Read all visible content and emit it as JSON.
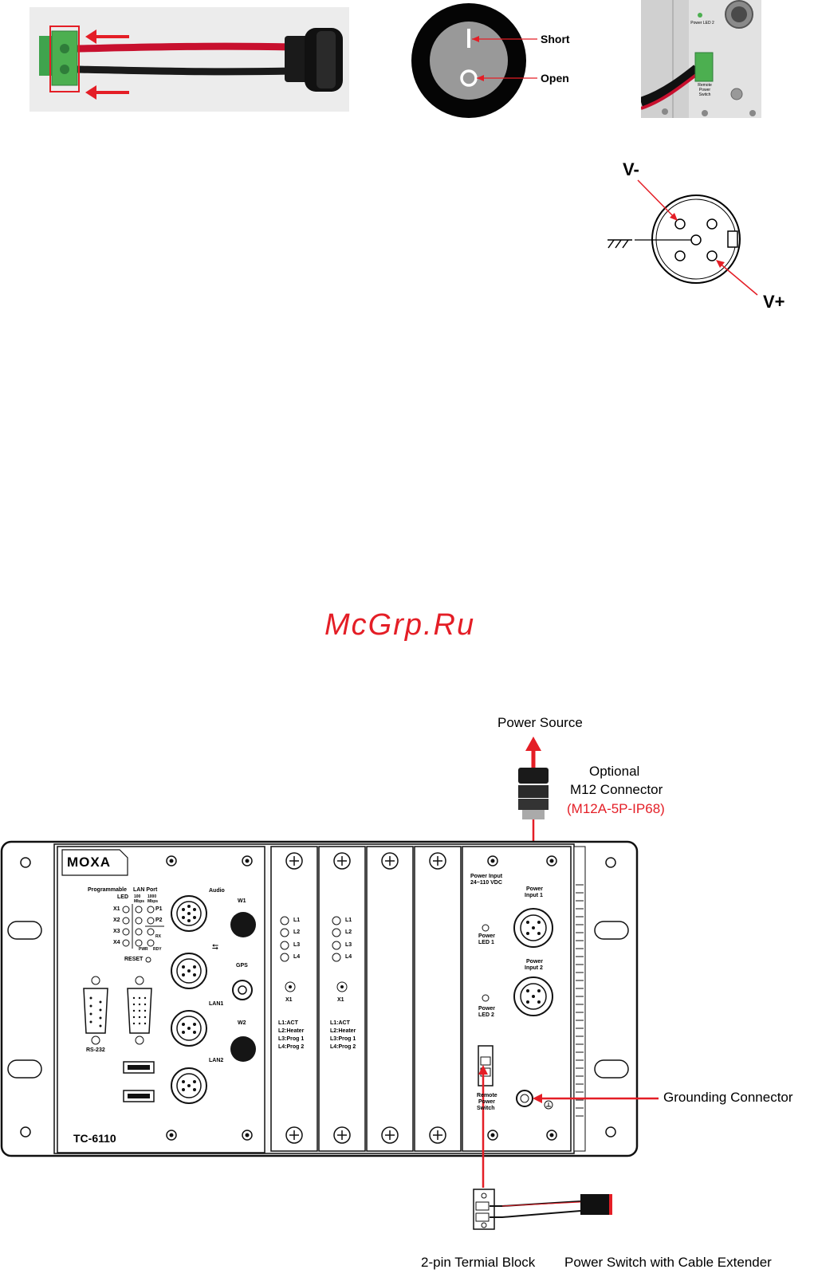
{
  "switch_labels": {
    "short": "Short",
    "open": "Open"
  },
  "device_photo_labels": {
    "power_led": "Power LED 2",
    "remote_switch": "Remote Power Switch"
  },
  "m12_pinout": {
    "v_minus": "V-",
    "v_plus": "V+"
  },
  "watermark": "McGrp.Ru",
  "diagram": {
    "power_source": "Power Source",
    "connector_line1": "Optional",
    "connector_line2": "M12 Connector",
    "connector_model": "(M12A-5P-IP68)",
    "grounding": "Grounding Connector",
    "terminal_block": "2-pin Termial Block",
    "switch_ext": "Power Switch with Cable Extender"
  },
  "panel": {
    "brand": "MOXA",
    "model": "TC-6110",
    "prog_led": "Programmable",
    "led": "LED",
    "lan_port": "LAN Port",
    "speed100": "100 Mbps",
    "speed1000": "1000 Mbps",
    "x_leds": [
      "X1",
      "X2",
      "X3",
      "X4"
    ],
    "p_leds": [
      "P1",
      "P2"
    ],
    "rx": "RX",
    "pwr": "PWR",
    "rdy": "RDY",
    "reset": "RESET",
    "audio": "Audio",
    "w1": "W1",
    "w2": "W2",
    "gps": "GPS",
    "lan1": "LAN1",
    "lan2": "LAN2",
    "rs232": "RS-232",
    "slot_leds": [
      "L1",
      "L2",
      "L3",
      "L4"
    ],
    "slot_x1": "X1",
    "slot_legend": [
      "L1:ACT",
      "L2:Heater",
      "L3:Prog 1",
      "L4:Prog 2"
    ],
    "power_input": "Power Input",
    "voltage": "24~110 VDC",
    "power_input1": [
      "Power",
      "Input 1"
    ],
    "power_input2": [
      "Power",
      "Input 2"
    ],
    "power_led1": [
      "Power",
      "LED 1"
    ],
    "power_led2": [
      "Power",
      "LED 2"
    ],
    "remote_switch": [
      "Remote",
      "Power",
      "Switch"
    ]
  },
  "colors": {
    "accent_red": "#e41e26",
    "connector_green": "#4caf50",
    "panel_grey": "#f4f4f4"
  },
  "icons": [
    "usb-icon",
    "ground-icon",
    "arrow-icon"
  ]
}
